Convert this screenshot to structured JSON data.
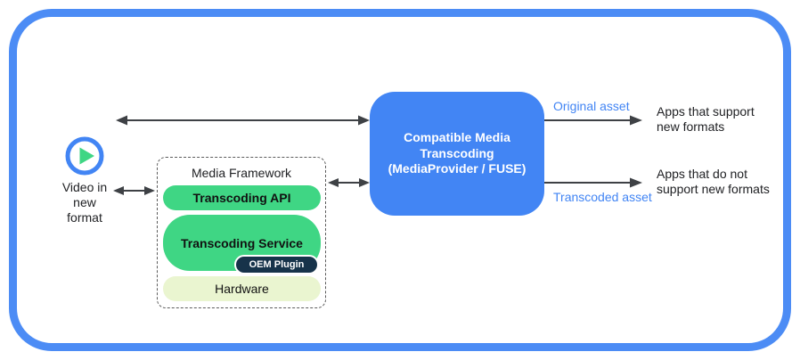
{
  "source": {
    "icon": "play",
    "label_lines": [
      "Video in",
      "new",
      "format"
    ]
  },
  "framework": {
    "title": "Media Framework",
    "api_label": "Transcoding API",
    "service_label": "Transcoding Service",
    "oem_badge": "OEM Plugin",
    "hardware_label": "Hardware"
  },
  "transcoder": {
    "line1": "Compatible Media",
    "line2": "Transcoding",
    "line3": "(MediaProvider / FUSE)"
  },
  "outputs": {
    "original": {
      "edge_label": "Original asset",
      "line1": "Apps that support",
      "line2": "new formats"
    },
    "transcoded": {
      "edge_label": "Transcoded asset",
      "line1": "Apps that do not",
      "line2": "support new formats"
    }
  },
  "colors": {
    "frame_blue": "#4C8CF5",
    "box_blue": "#4285F4",
    "pill_green": "#3FD684",
    "hardware_green": "#EAF5D0",
    "oem_navy": "#17334A",
    "edge_label_blue": "#4285F4",
    "arrow_gray": "#3E4145",
    "text_dark": "#202124"
  }
}
